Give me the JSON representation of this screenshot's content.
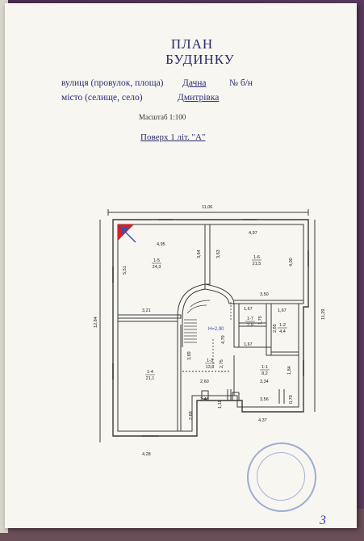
{
  "header": {
    "title_line1": "ПЛАН",
    "title_line2": "БУДИНКУ"
  },
  "address": {
    "street_label": "вулиця (провулок, площа)",
    "street_value": "Дачна",
    "number_value": "№ б/н",
    "city_label": "місто (селище, село)",
    "city_value": "Дмитрівка"
  },
  "scale": "Масштаб 1:100",
  "floor_title": "Поверх 1 літ. \"А\"",
  "dimensions": {
    "top_width": "11,06",
    "left_height": "12,84",
    "right_height": "11,29",
    "bottom_left": "4,28",
    "bottom_right": "4,37",
    "d495": "4,95",
    "d497": "4,97",
    "d551": "5,51",
    "d364": "3,64",
    "d363": "3,63",
    "d400": "4,00",
    "d350": "3,50",
    "d321": "3,21",
    "d167a": "1,67",
    "d167b": "1,67",
    "d167c": "1,67",
    "d175": "1,75",
    "d265": "2,65",
    "d479": "4,79",
    "h290": "H=2,90",
    "d275": "2,75",
    "d369": "3,69",
    "d184": "1,84",
    "d260": "2,60",
    "d334": "3,34",
    "d240": "2,40",
    "d356": "3,56",
    "d111": "1,11",
    "d070": "0,70",
    "d266": "2,66"
  },
  "rooms": [
    {
      "id": "1-5",
      "area": "24,3"
    },
    {
      "id": "1-6",
      "area": "21,5"
    },
    {
      "id": "1-7",
      "area": "2,9"
    },
    {
      "id": "1-2",
      "area": "4,4"
    },
    {
      "id": "1-3",
      "area": "13,8"
    },
    {
      "id": "1-4",
      "area": "21,1"
    },
    {
      "id": "1-1",
      "area": "8,2"
    }
  ],
  "page_number": "3",
  "colors": {
    "ink": "#2c2c78",
    "plan_line": "#3a3a3a",
    "stamp": "#5a6ebe",
    "marker_red": "#d8202a",
    "marker_blue": "#3a4fb0"
  }
}
